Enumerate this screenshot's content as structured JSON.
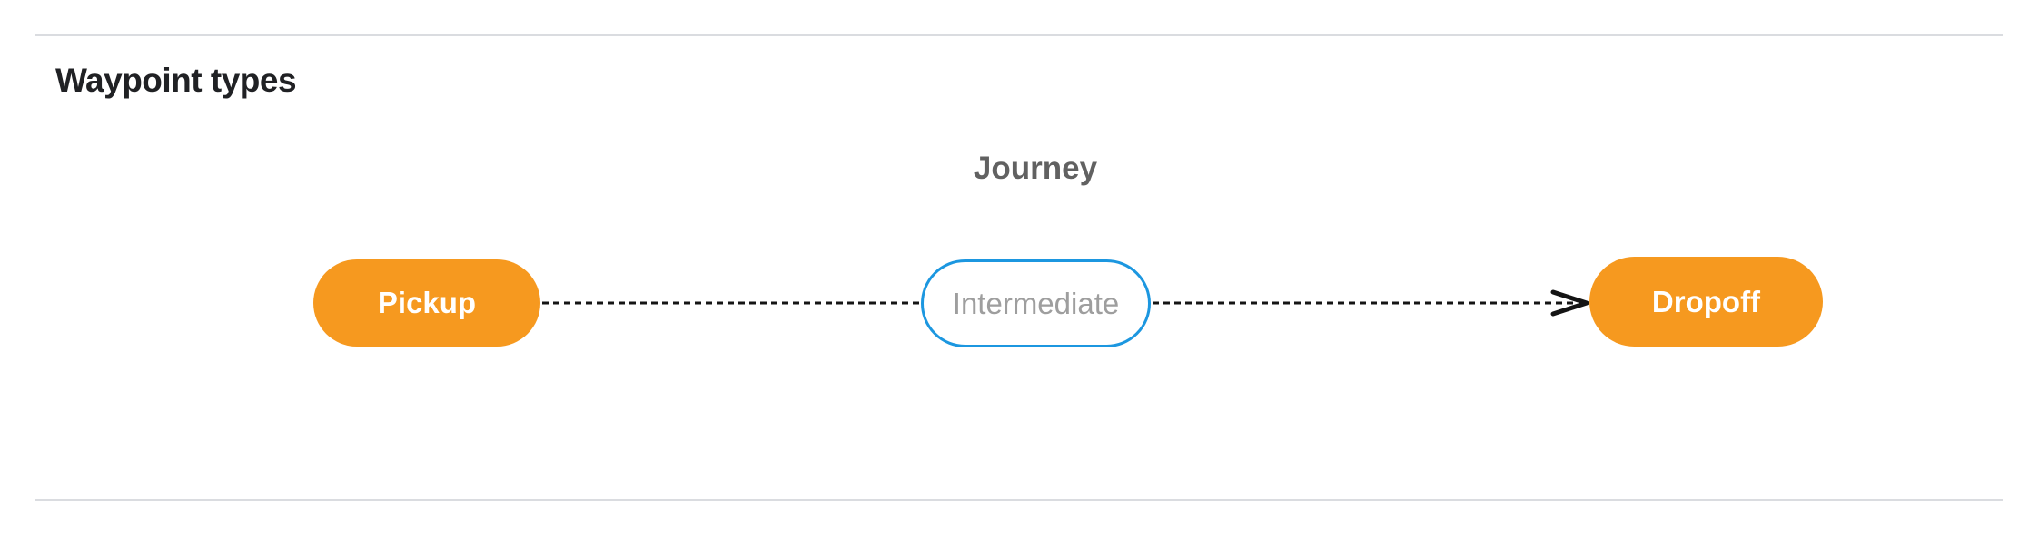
{
  "figure": {
    "title": "Waypoint types",
    "title_color": "#202124",
    "background": "#ffffff",
    "divider_color": "#dadce0",
    "diagram": {
      "cluster_label": "Journey",
      "cluster_label_color": "#616161",
      "edge_color": "#141414",
      "edge_style": "dashed",
      "nodes": [
        {
          "id": "pickup",
          "label": "Pickup",
          "shape": "pill",
          "fill": "#f6991f",
          "border_color": "#f6991f",
          "text_color": "#ffffff"
        },
        {
          "id": "intermediate",
          "label": "Intermediate",
          "shape": "pill",
          "fill": "#ffffff",
          "border_color": "#1c97e0",
          "text_color": "#9e9e9e"
        },
        {
          "id": "dropoff",
          "label": "Dropoff",
          "shape": "pill",
          "fill": "#f6991f",
          "border_color": "#f6991f",
          "text_color": "#ffffff"
        }
      ],
      "edges": [
        {
          "from": "pickup",
          "to": "intermediate",
          "style": "dashed",
          "arrowhead": false
        },
        {
          "from": "intermediate",
          "to": "dropoff",
          "style": "dashed",
          "arrowhead": true
        }
      ]
    }
  }
}
